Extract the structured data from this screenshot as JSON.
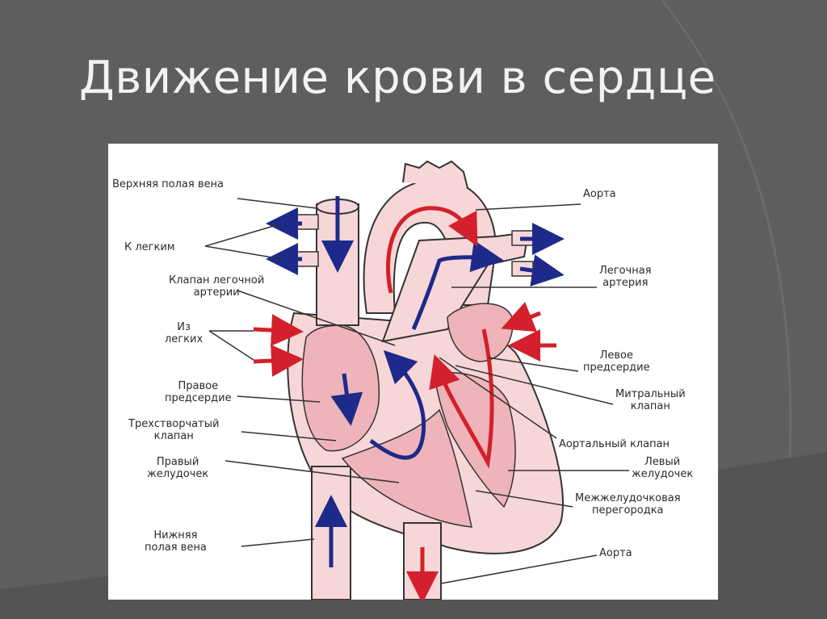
{
  "slide": {
    "title": "Движение крови в сердце",
    "background_color": "#5f5e5c"
  },
  "diagram": {
    "colors": {
      "tissue": "#f7d6d8",
      "chamber": "#eeb4b9",
      "outline": "#333333",
      "arterial_arrow": "#d3202c",
      "venous_arrow": "#1e2a8a"
    },
    "labels": {
      "superior_vena_cava": "Верхняя полая вена",
      "to_lungs": "К легким",
      "pulmonary_valve": [
        "Клапан легочной",
        "артерии"
      ],
      "from_lungs": [
        "Из",
        "легких"
      ],
      "right_atrium": [
        "Правое",
        "предсердие"
      ],
      "tricuspid_valve": [
        "Трехстворчатый",
        "клапан"
      ],
      "right_ventricle": [
        "Правый",
        "желудочек"
      ],
      "inferior_vena_cava": [
        "Нижняя",
        "полая вена"
      ],
      "aorta_top": "Аорта",
      "pulmonary_artery": [
        "Легочная",
        "артерия"
      ],
      "left_atrium": [
        "Левое",
        "предсердие"
      ],
      "mitral_valve": [
        "Митральный",
        "клапан"
      ],
      "aortic_valve": "Аортальный клапан",
      "left_ventricle": [
        "Левый",
        "желудочек"
      ],
      "septum": [
        "Межжелудочковая",
        "перегородка"
      ],
      "aorta_bottom": "Аорта"
    }
  }
}
